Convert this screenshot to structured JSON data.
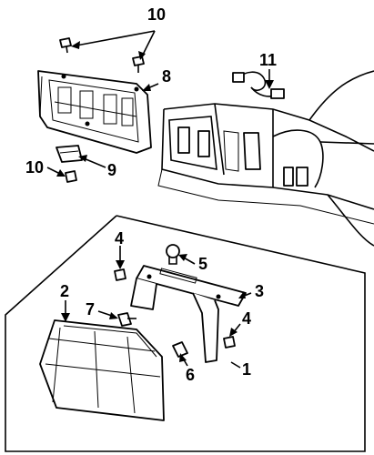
{
  "callouts": [
    {
      "id": "c1",
      "text": "1"
    },
    {
      "id": "c2",
      "text": "2"
    },
    {
      "id": "c3",
      "text": "3"
    },
    {
      "id": "c4a",
      "text": "4"
    },
    {
      "id": "c4b",
      "text": "4"
    },
    {
      "id": "c5",
      "text": "5"
    },
    {
      "id": "c6",
      "text": "6"
    },
    {
      "id": "c7",
      "text": "7"
    },
    {
      "id": "c8",
      "text": "8"
    },
    {
      "id": "c9",
      "text": "9"
    },
    {
      "id": "c10a",
      "text": "10"
    },
    {
      "id": "c10b",
      "text": "10"
    },
    {
      "id": "c11",
      "text": "11"
    }
  ]
}
